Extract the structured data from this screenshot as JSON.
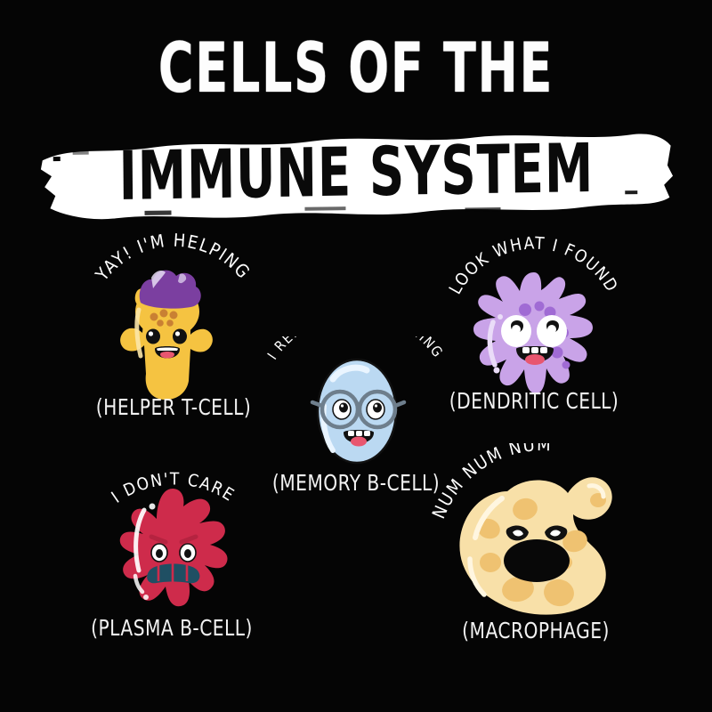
{
  "poster": {
    "background_color": "#050505",
    "title_line1": "CELLS OF THE",
    "title_line2": "IMMUNE SYSTEM",
    "title_line1_color": "#fdfdfd",
    "title_line2_color": "#0a0a0a",
    "banner_color": "#ffffff"
  },
  "cells": [
    {
      "id": "helper-t-cell",
      "quote": "YAY! I'M HELPING",
      "caption": "(HELPER T-CELL)",
      "body_color": "#F5C341",
      "accent_color": "#7B3FA0",
      "spot_color": "#C98033"
    },
    {
      "id": "memory-b-cell",
      "quote": "I REMEMBER EVERYTHING",
      "caption": "(MEMORY B-CELL)",
      "body_color": "#BBD9F2",
      "accent_color": "#6E7E8C",
      "spot_color": "#D8EAFB"
    },
    {
      "id": "dendritic-cell",
      "quote": "LOOK WHAT I FOUND",
      "caption": "(DENDRITIC CELL)",
      "body_color": "#C9A3E8",
      "accent_color": "#A06BD4",
      "spot_color": "#B183DD"
    },
    {
      "id": "plasma-b-cell",
      "quote": "I DON'T CARE",
      "caption": "(PLASMA B-CELL)",
      "body_color": "#CE2B4B",
      "accent_color": "#1F4F63",
      "spot_color": "#B52340"
    },
    {
      "id": "macrophage",
      "quote": "NUM NUM NUM",
      "caption": "(MACROPHAGE)",
      "body_color": "#F8E0A8",
      "accent_color": "#F0C066",
      "spot_color": "#EFC271"
    }
  ]
}
